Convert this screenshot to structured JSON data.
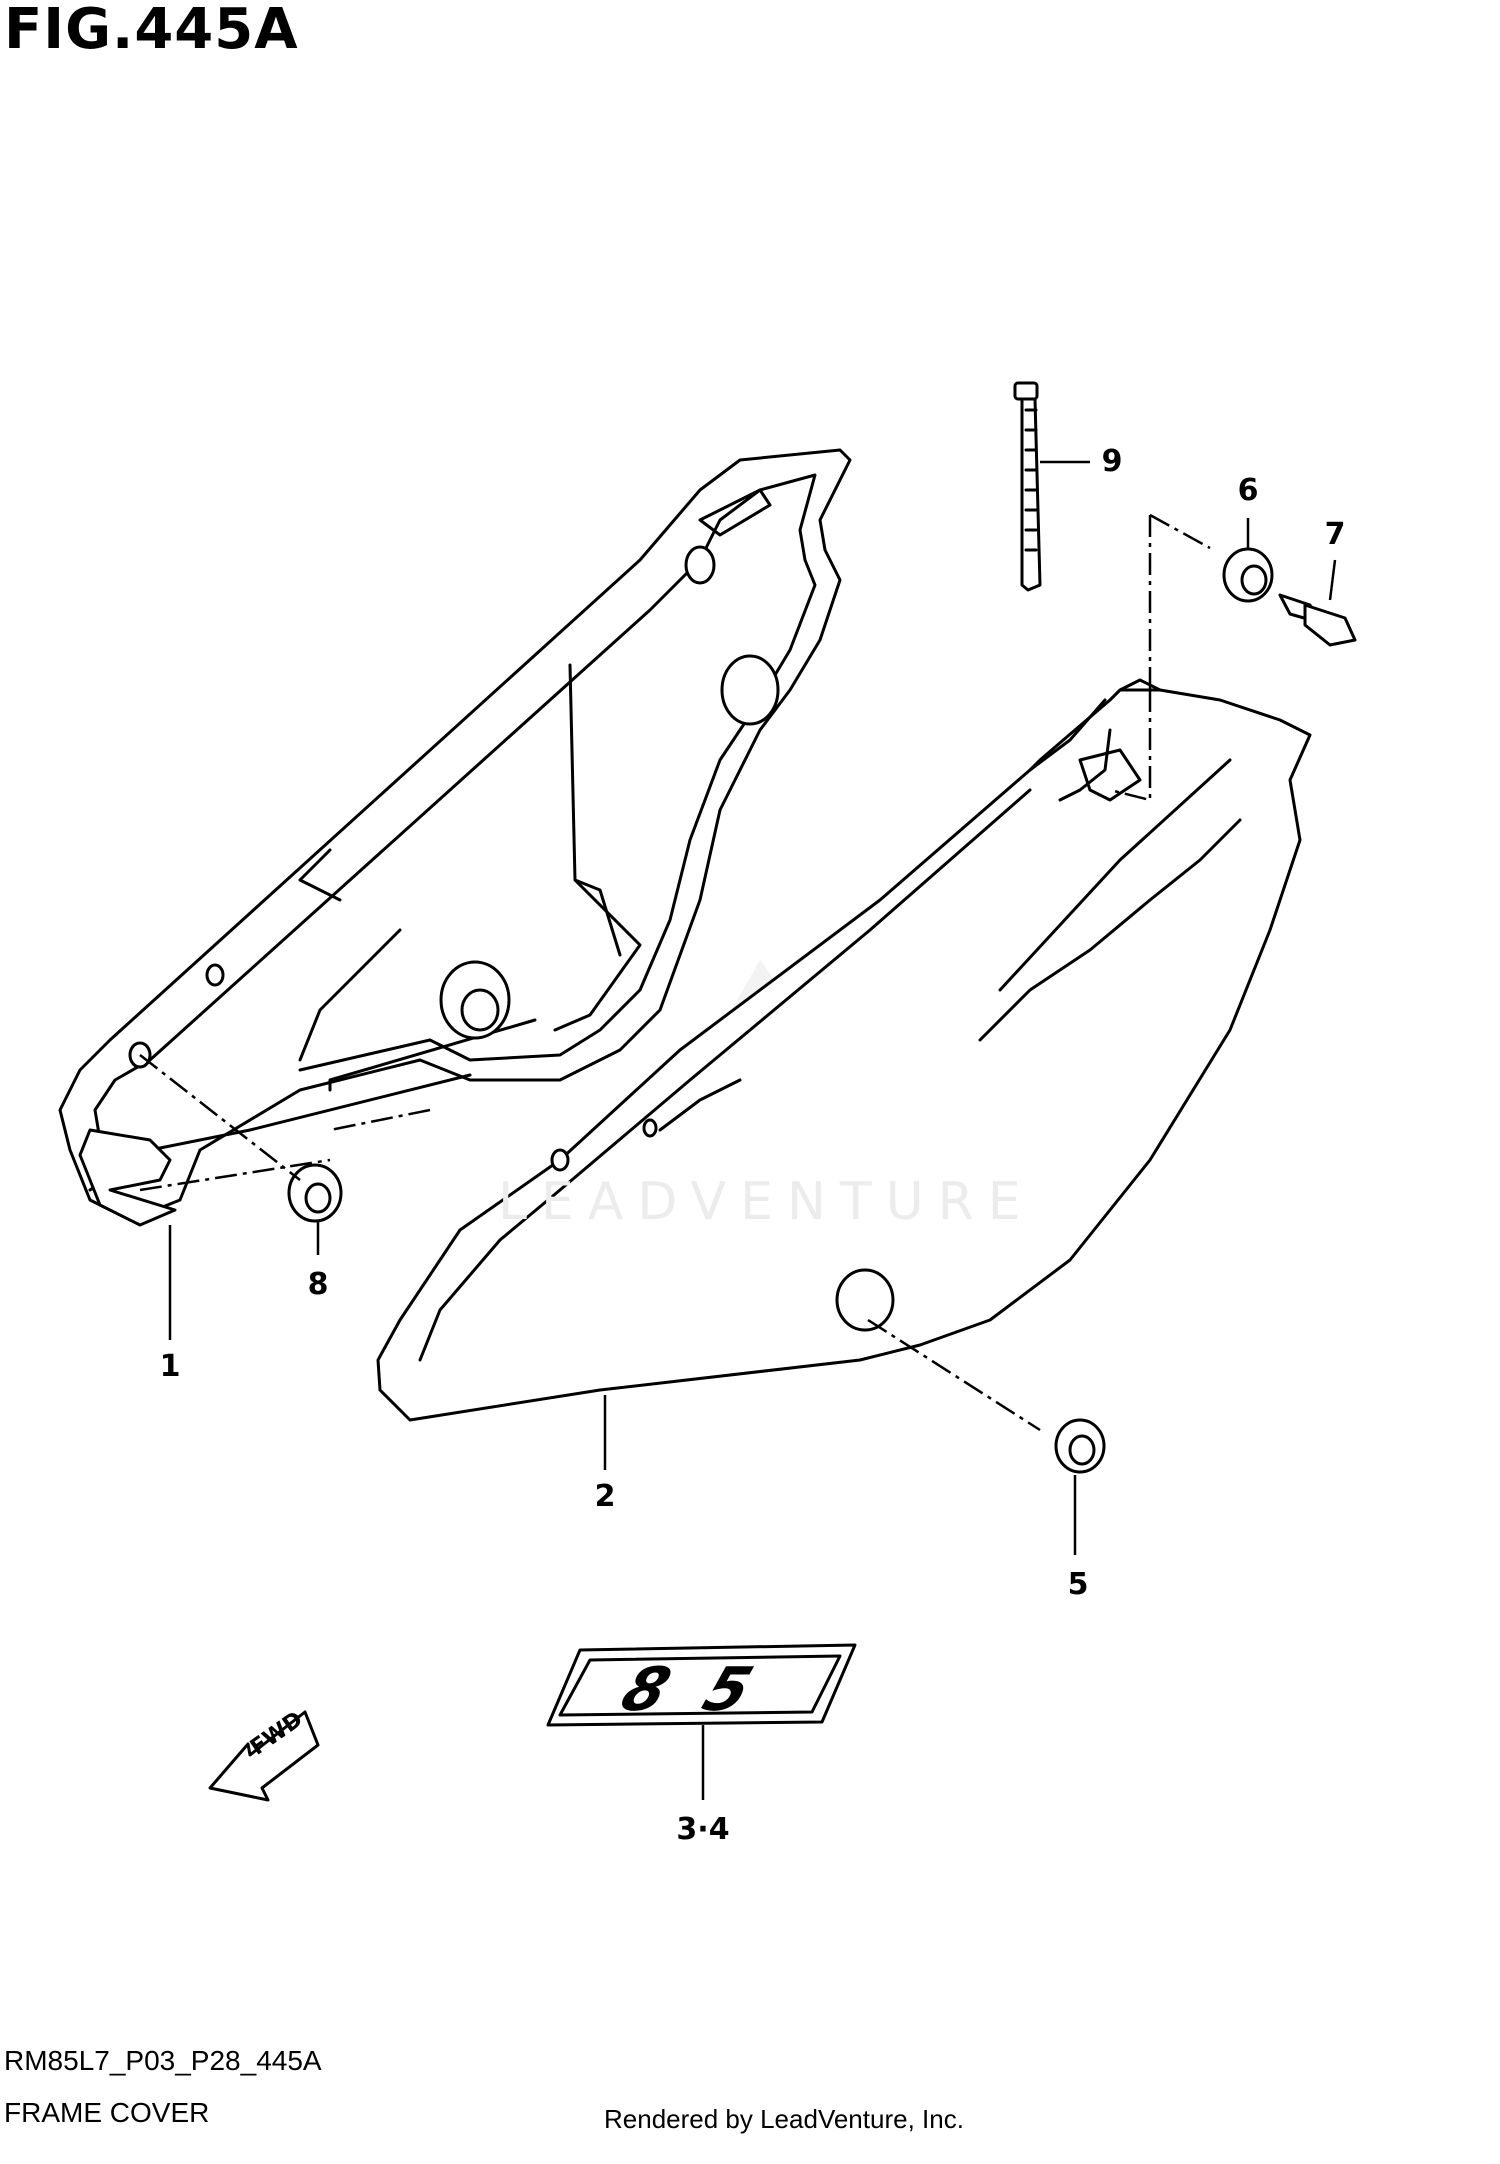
{
  "figure": {
    "title": "FIG.445A",
    "code": "RM85L7_P03_P28_445A",
    "name": "FRAME COVER",
    "credit": "Rendered by LeadVenture, Inc."
  },
  "watermark": {
    "text": "LEADVENTURE"
  },
  "fwd_label": "FWD",
  "decal_text": "85",
  "callouts": {
    "c1": "1",
    "c2": "2",
    "c34": "3·4",
    "c5": "5",
    "c6": "6",
    "c7": "7",
    "c8": "8",
    "c9": "9"
  }
}
